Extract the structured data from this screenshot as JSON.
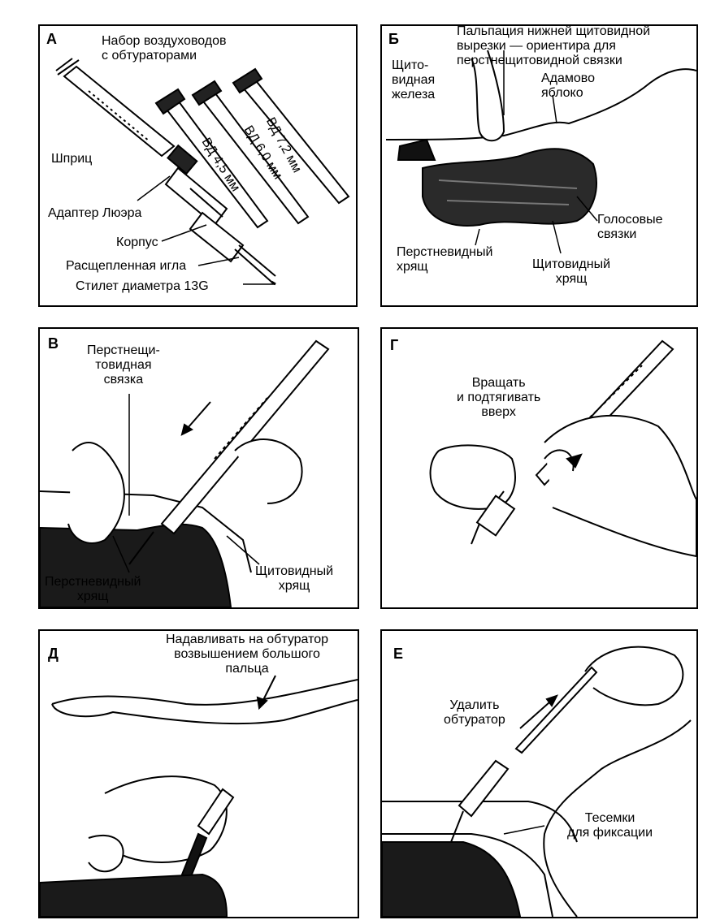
{
  "panels": [
    {
      "letter": "А",
      "labels": {
        "airways_set": "Набор воздуховодов\nс обтураторами",
        "syringe": "Шприц",
        "luer_adapter": "Адаптер Люэра",
        "body": "Корпус",
        "split_needle": "Расщепленная игла",
        "stylet": "Стилет диаметра 13G",
        "id_72": "ВД 7,2 мм",
        "id_60": "ВД 6,0 мм",
        "id_45": "ВД 4,5 мм"
      }
    },
    {
      "letter": "Б",
      "labels": {
        "palpation": "Пальпация нижней щитовидной\nвырезки — ориентира для\nперстнещитовидной связки",
        "thyroid_gland": "Щито-\nвидная\nжелеза",
        "adams_apple": "Адамово\nяблоко",
        "vocal_cords": "Голосовые\nсвязки",
        "cricoid": "Перстневидный\nхрящ",
        "thyroid_cartilage": "Щитовидный\nхрящ"
      }
    },
    {
      "letter": "В",
      "labels": {
        "cricothyroid_ligament": "Перстнещи-\nтовидная\nсвязка",
        "cricoid": "Перстневидный\nхрящ",
        "thyroid_cartilage": "Щитовидный\nхрящ"
      }
    },
    {
      "letter": "Г",
      "labels": {
        "rotate": "Вращать\nи подтягивать\nвверх"
      }
    },
    {
      "letter": "Д",
      "labels": {
        "press": "Надавливать на обтуратор\nвозвышением большого\nпальца"
      }
    },
    {
      "letter": "Е",
      "labels": {
        "remove": "Удалить\nобтуратор",
        "ties": "Тесемки\nдля фиксации"
      }
    }
  ]
}
